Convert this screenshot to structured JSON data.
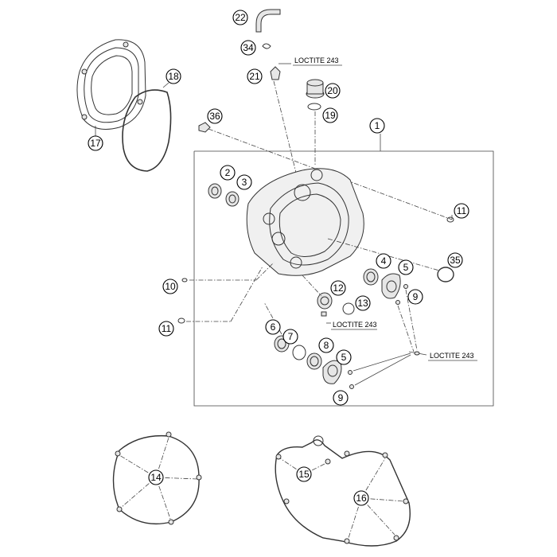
{
  "callouts": {
    "c1": "1",
    "c2": "2",
    "c3": "3",
    "c4": "4",
    "c5a": "5",
    "c5b": "5",
    "c6": "6",
    "c7": "7",
    "c8": "8",
    "c9a": "9",
    "c9b": "9",
    "c10": "10",
    "c11a": "11",
    "c11b": "11",
    "c12": "12",
    "c13": "13",
    "c14": "14",
    "c15": "15",
    "c16": "16",
    "c17": "17",
    "c18": "18",
    "c19": "19",
    "c20": "20",
    "c21": "21",
    "c22": "22",
    "c34": "34",
    "c35": "35",
    "c36": "36"
  },
  "notes": {
    "loctite_top": "LOCTITE 243",
    "loctite_mid": "LOCTITE 243",
    "loctite_right": "LOCTITE 243"
  }
}
